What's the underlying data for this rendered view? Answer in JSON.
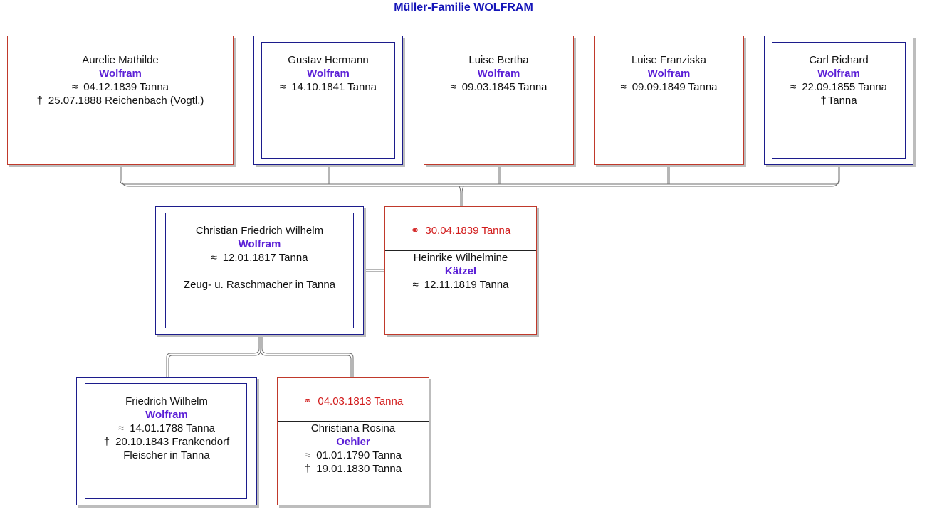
{
  "title": "Müller-Familie WOLFRAM",
  "symbols": {
    "birth": "≈",
    "death": "†",
    "marriage": "⚭"
  },
  "children": [
    {
      "given": "Aurelie Mathilde",
      "surname": "Wolfram",
      "birth": "04.12.1839 Tanna",
      "death": "25.07.1888 Reichenbach (Vogtl.)"
    },
    {
      "given": "Gustav Hermann",
      "surname": "Wolfram",
      "birth": "14.10.1841 Tanna"
    },
    {
      "given": "Luise Bertha",
      "surname": "Wolfram",
      "birth": "09.03.1845 Tanna"
    },
    {
      "given": "Luise Franziska",
      "surname": "Wolfram",
      "birth": "09.09.1849 Tanna"
    },
    {
      "given": "Carl Richard",
      "surname": "Wolfram",
      "birth": "22.09.1855 Tanna",
      "death": "Tanna"
    }
  ],
  "focus": {
    "given": "Christian Friedrich Wilhelm",
    "surname": "Wolfram",
    "birth": "12.01.1817 Tanna",
    "occupation": "Zeug- u. Raschmacher in Tanna"
  },
  "spouse": {
    "marriage": "30.04.1839 Tanna",
    "given": "Heinrike Wilhelmine",
    "surname": "Kätzel",
    "birth": "12.11.1819 Tanna"
  },
  "father": {
    "given": "Friedrich Wilhelm",
    "surname": "Wolfram",
    "birth": "14.01.1788 Tanna",
    "death": "20.10.1843 Frankendorf",
    "occupation": "Fleischer in Tanna"
  },
  "mother": {
    "marriage": "04.03.1813 Tanna",
    "given": "Christiana Rosina",
    "surname": "Oehler",
    "birth": "01.01.1790 Tanna",
    "death": "19.01.1830 Tanna"
  },
  "colors": {
    "title": "#1515b8",
    "surname": "#5b1fd6",
    "female_border": "#c0392b",
    "male_border": "#1c1c8c",
    "marriage": "#d21c1c"
  }
}
